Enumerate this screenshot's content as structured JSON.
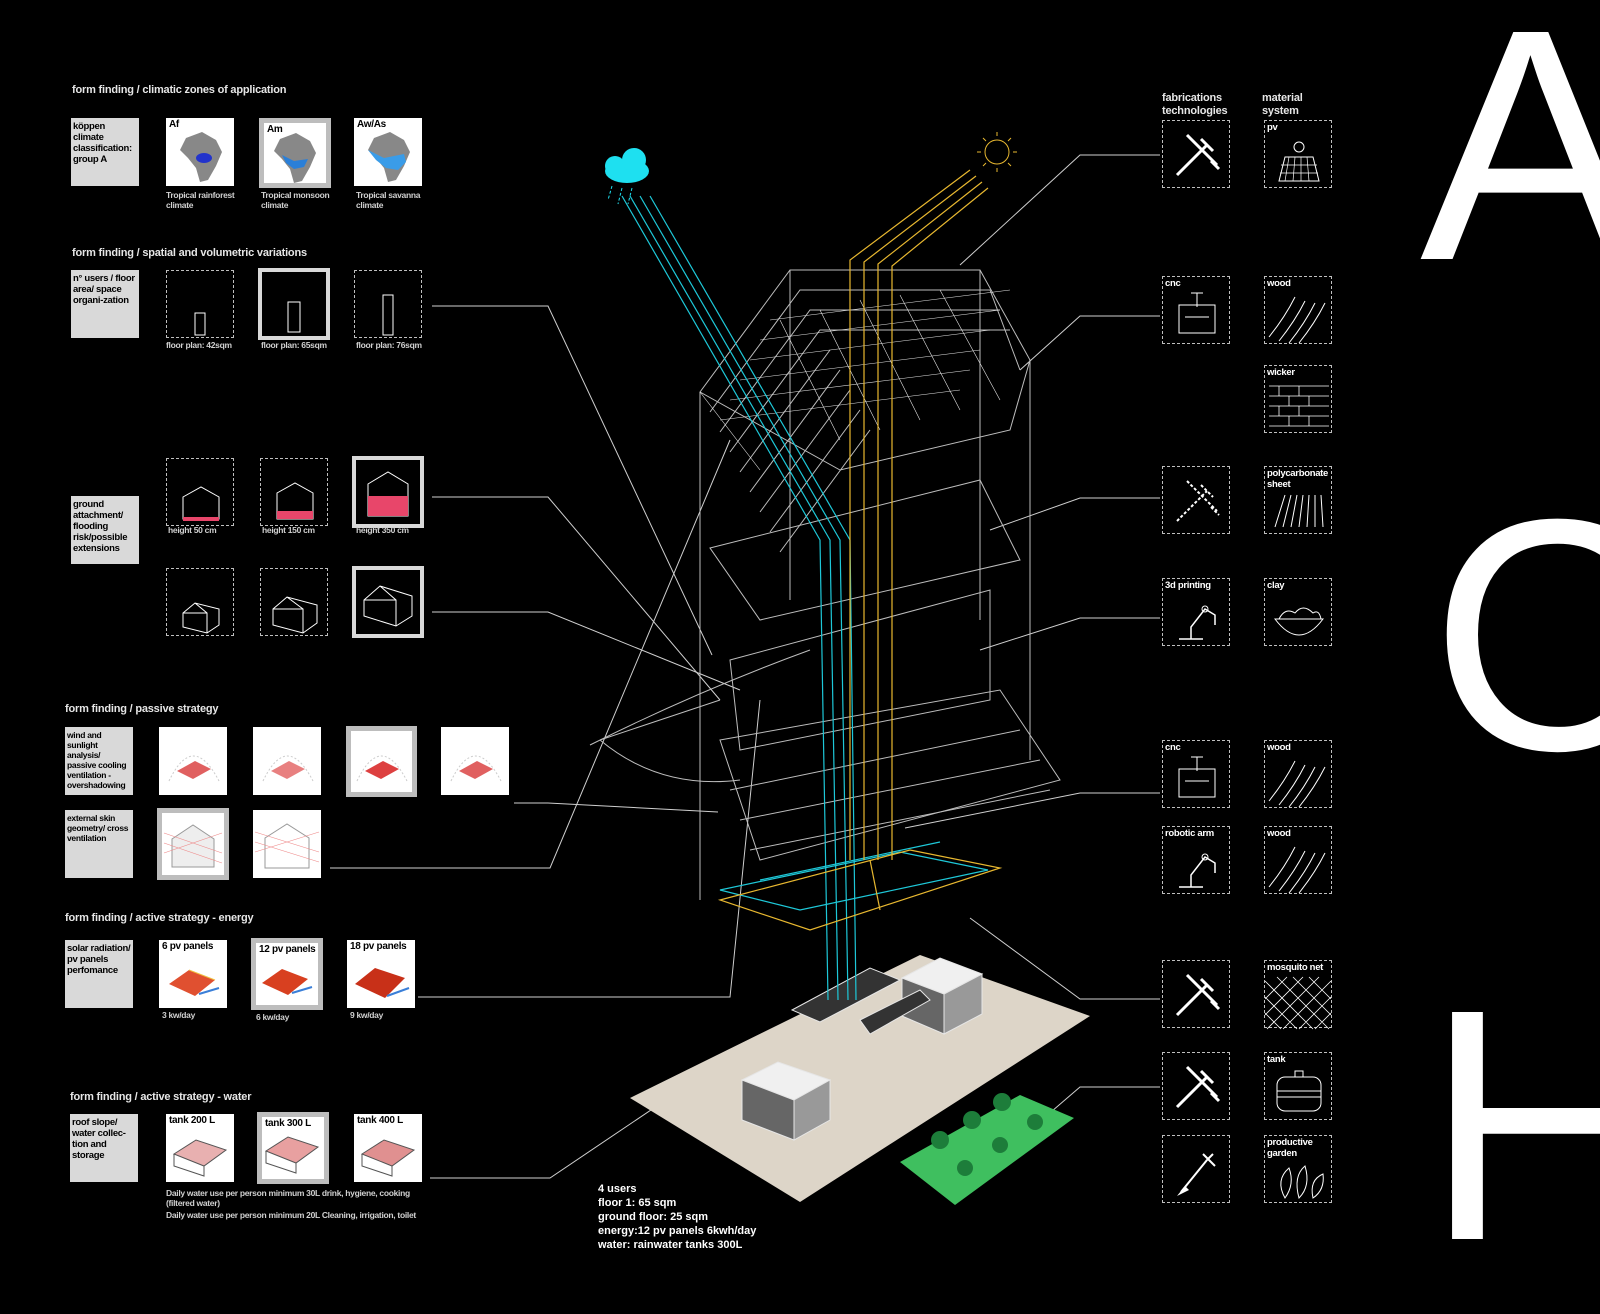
{
  "big_letters": [
    "A",
    "C",
    "H"
  ],
  "sections": {
    "climatic": {
      "title": "form finding / climatic zones of application",
      "label": "köppen climate classification: group A",
      "items": [
        {
          "tag": "Af",
          "caption": "Tropical rainforest climate"
        },
        {
          "tag": "Am",
          "caption": "Tropical monsoon climate"
        },
        {
          "tag": "Aw/As",
          "caption": "Tropical savanna climate"
        }
      ]
    },
    "spatial": {
      "title": "form finding / spatial and volumetric variations",
      "label": "n° users / floor area/ space organi-zation",
      "items": [
        {
          "caption": "floor plan: 42sqm"
        },
        {
          "caption": "floor plan: 65sqm"
        },
        {
          "caption": "floor plan: 76sqm"
        }
      ]
    },
    "ground": {
      "label": "ground attachment/ flooding risk/possible extensions",
      "items": [
        {
          "caption": "height 50 cm"
        },
        {
          "caption": "height 150 cm"
        },
        {
          "caption": "height 350 cm"
        }
      ]
    },
    "passive": {
      "title": "form finding / passive strategy",
      "label_1": "wind and sunlight analysis/ passive cooling ventilation -overshadowing",
      "label_2": "external skin geometry/ cross ventilation"
    },
    "energy": {
      "title": "form finding / active strategy - energy",
      "label": "solar radiation/ pv panels perfomance",
      "items": [
        {
          "tag": "6 pv panels",
          "caption": "3 kw/day"
        },
        {
          "tag": "12 pv panels",
          "caption": "6 kw/day"
        },
        {
          "tag": "18 pv panels",
          "caption": "9 kw/day"
        }
      ]
    },
    "water": {
      "title": "form finding / active strategy - water",
      "label": "roof slope/ water collec-tion and storage",
      "items": [
        {
          "tag": "tank 200 L"
        },
        {
          "tag": "tank 300 L"
        },
        {
          "tag": "tank 400 L"
        }
      ],
      "note_1": "Daily water use per person minimum 30L drink, hygiene, cooking (filtered water)",
      "note_2": "Daily water use per person minimum 20L Cleaning, irrigation, toilet"
    }
  },
  "right_panel": {
    "header_fab": "fabrications technologies",
    "header_mat": "material system",
    "fab_labels": {
      "cnc": "cnc",
      "printing": "3d printing",
      "cnc2": "cnc",
      "robotic": "robotic arm"
    },
    "mat_labels": {
      "pv": "pv",
      "wood": "wood",
      "wicker": "wicker",
      "polycarbonate": "polycarbonate sheet",
      "clay": "clay",
      "wood2": "wood",
      "wood3": "wood",
      "mosquito": "mosquito net",
      "tank": "tank",
      "garden": "productive garden"
    }
  },
  "summary": {
    "line1": "4 users",
    "line2": "floor 1: 65 sqm",
    "line3": "ground floor: 25 sqm",
    "line4": "energy:12 pv panels 6kwh/day",
    "line5": "water: rainwater tanks 300L"
  },
  "colors": {
    "background": "#000000",
    "label_box": "#d9d9d9",
    "rain": "#1ec8d8",
    "sun": "#e8b830",
    "flood": "#e8466a",
    "ground_plane": "#ddd5c8",
    "garden": "#3fbf5f"
  }
}
